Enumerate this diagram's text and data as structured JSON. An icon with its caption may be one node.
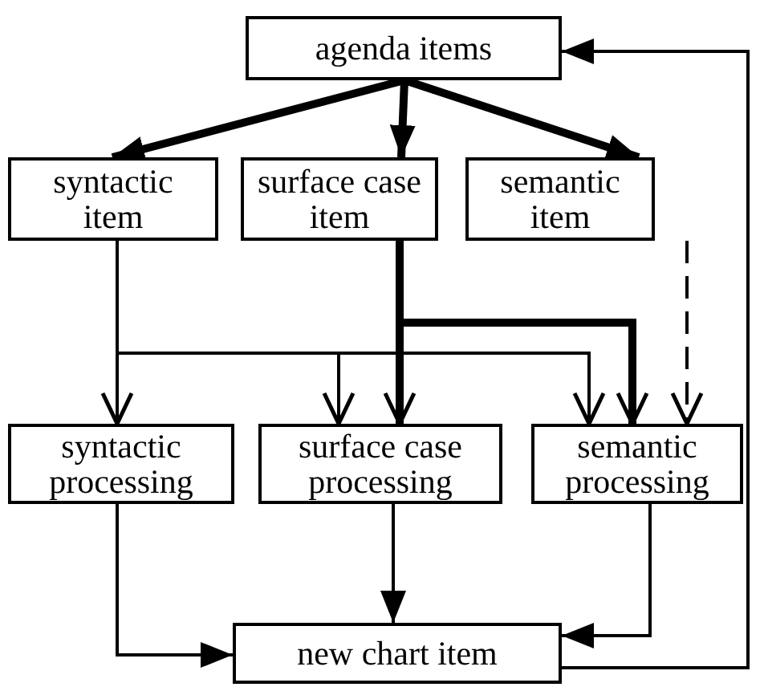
{
  "diagram": {
    "nodes": [
      {
        "text": [
          "agenda items"
        ]
      },
      {
        "text": [
          "syntactic item"
        ]
      },
      {
        "text": [
          "surface case item"
        ]
      },
      {
        "text": [
          "semantic item"
        ]
      },
      {
        "text": [
          "syntactic processing"
        ]
      },
      {
        "text": [
          "surface case processing"
        ]
      },
      {
        "text": [
          "semantic processing"
        ]
      },
      {
        "text": [
          "new chart item"
        ]
      }
    ],
    "edges": [
      {
        "from": 0,
        "to": 1,
        "arrow": "to",
        "style": "thick"
      },
      {
        "from": 0,
        "to": 2,
        "arrow": "to",
        "style": "thick"
      },
      {
        "from": 0,
        "to": 3,
        "arrow": "to",
        "style": "thick"
      },
      {
        "from": 1,
        "to": 4,
        "arrow": "to"
      },
      {
        "from": 1,
        "to": 5,
        "arrow": "to"
      },
      {
        "from": 1,
        "to": 6,
        "arrow": "to"
      },
      {
        "from": 2,
        "to": 5,
        "arrow": "to",
        "style": "thick"
      },
      {
        "from": 2,
        "to": 6,
        "arrow": "to",
        "style": "thick"
      },
      {
        "from": 3,
        "to": 6,
        "arrow": "to",
        "style": "dashed"
      },
      {
        "from": 4,
        "to": 7,
        "arrow": "to"
      },
      {
        "from": 5,
        "to": 7,
        "arrow": "to"
      },
      {
        "from": 6,
        "to": 7,
        "arrow": "to"
      },
      {
        "from": 7,
        "to": 0,
        "arrow": "to"
      }
    ]
  }
}
